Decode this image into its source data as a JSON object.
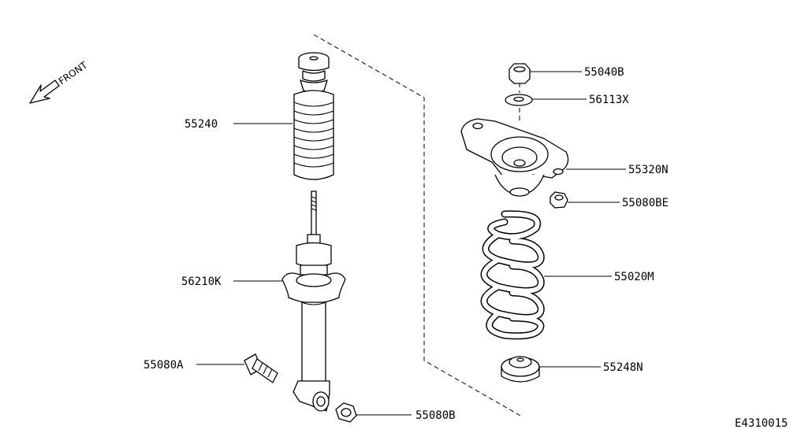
{
  "diagram": {
    "front_label": "FRONT",
    "figure_code": "E4310015",
    "parts": [
      {
        "code": "55240"
      },
      {
        "code": "56210K"
      },
      {
        "code": "55080A"
      },
      {
        "code": "55080B"
      },
      {
        "code": "55040B"
      },
      {
        "code": "56113X"
      },
      {
        "code": "55320N"
      },
      {
        "code": "55080BE"
      },
      {
        "code": "55020M"
      },
      {
        "code": "55248N"
      }
    ]
  }
}
